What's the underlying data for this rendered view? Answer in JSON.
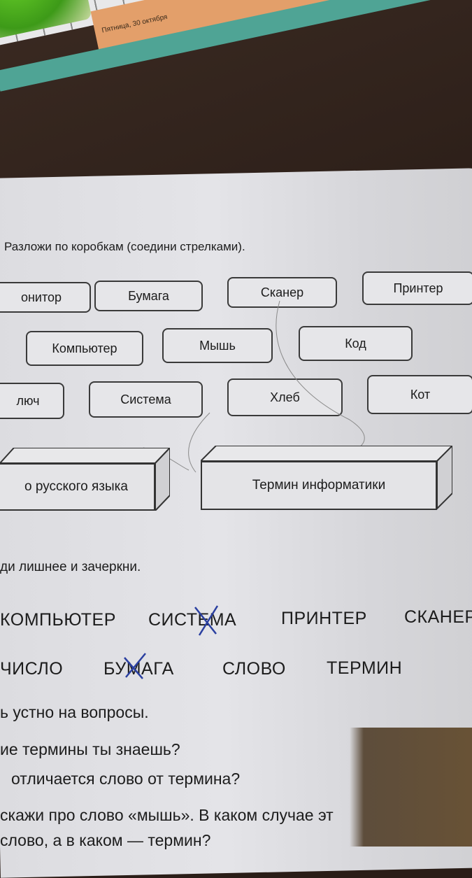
{
  "notebook": {
    "date_label": "Пятница, 30 октября"
  },
  "task1": {
    "instruction": "Разложи по коробкам (соедини стрелками).",
    "word_cards": [
      "онитор",
      "Бумага",
      "Сканер",
      "Принтер",
      "Компьютер",
      "Мышь",
      "Код",
      "люч",
      "Система",
      "Хлеб",
      "Кот"
    ],
    "boxes": [
      "о русского языка",
      "Термин информатики"
    ]
  },
  "task2": {
    "instruction": "ди лишнее и зачеркни.",
    "row1": [
      "КОМПЬЮТЕР",
      "СИСТЕМА",
      "ПРИНТЕР",
      "СКАНЕР"
    ],
    "row2": [
      "ЧИСЛО",
      "БУМАГА",
      "СЛОВО",
      "ТЕРМИН"
    ],
    "crossed_color": "#2a3fa0"
  },
  "task3": {
    "instruction": "ь устно на вопросы.",
    "questions": [
      "ие термины ты знаешь?",
      "отличается слово от термина?",
      "скажи про слово «мышь». В каком случае эт",
      "слово, а в каком — термин?"
    ]
  }
}
